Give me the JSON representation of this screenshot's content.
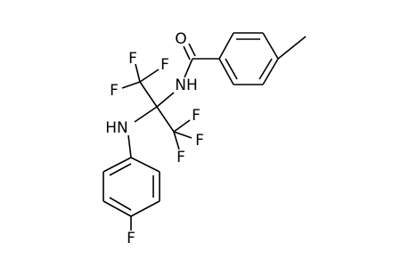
{
  "molecule": {
    "atoms": [
      {
        "id": "O1",
        "label": "O"
      },
      {
        "id": "N1",
        "label": "NH"
      },
      {
        "id": "N2",
        "label": "HN"
      },
      {
        "id": "F1",
        "label": "F"
      },
      {
        "id": "F2",
        "label": "F"
      },
      {
        "id": "F3",
        "label": "F"
      },
      {
        "id": "F4",
        "label": "F"
      },
      {
        "id": "F5",
        "label": "F"
      },
      {
        "id": "F6",
        "label": "F"
      },
      {
        "id": "F7",
        "label": "F"
      }
    ]
  }
}
